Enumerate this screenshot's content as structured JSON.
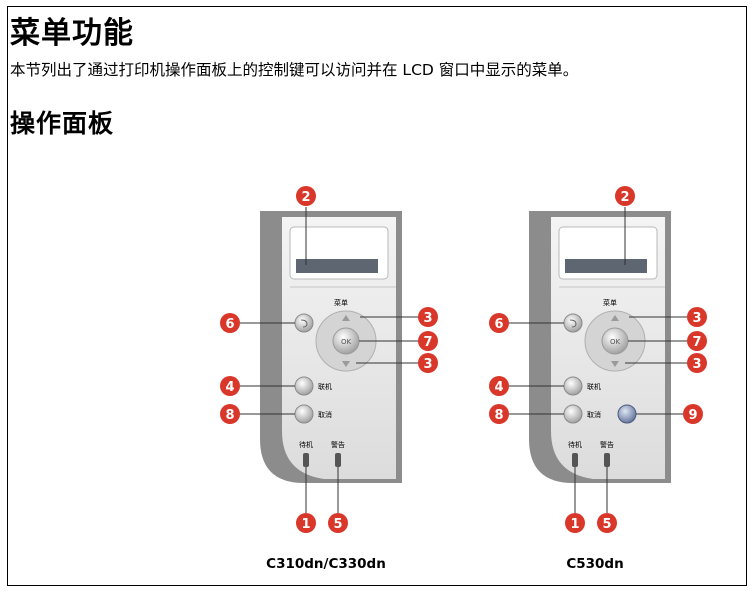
{
  "heading": "菜单功能",
  "intro": "本节列出了通过打印机操作面板上的控制键可以访问并在 LCD 窗口中显示的菜单。",
  "subheading": "操作面板",
  "panels": [
    {
      "caption": "C310dn/C330dn",
      "menu_label": "菜单",
      "ok_label": "OK",
      "online_label": "联机",
      "cancel_label": "取消",
      "ready_label": "待机",
      "alarm_label": "警告",
      "callouts": {
        "c2": "2",
        "c6": "6",
        "c3a": "3",
        "c7": "7",
        "c3b": "3",
        "c4": "4",
        "c8": "8",
        "c1": "1",
        "c5": "5"
      }
    },
    {
      "caption": "C530dn",
      "menu_label": "菜单",
      "ok_label": "OK",
      "online_label": "联机",
      "cancel_label": "取消",
      "ready_label": "待机",
      "alarm_label": "警告",
      "callouts": {
        "c2": "2",
        "c6": "6",
        "c3a": "3",
        "c7": "7",
        "c3b": "3",
        "c4": "4",
        "c8": "8",
        "c9": "9",
        "c1": "1",
        "c5": "5"
      }
    }
  ],
  "colors": {
    "callout_red": "#d9372a",
    "panel_body": "#ececec",
    "panel_dark": "#8c8c8c",
    "lcd": "#5e6672"
  }
}
